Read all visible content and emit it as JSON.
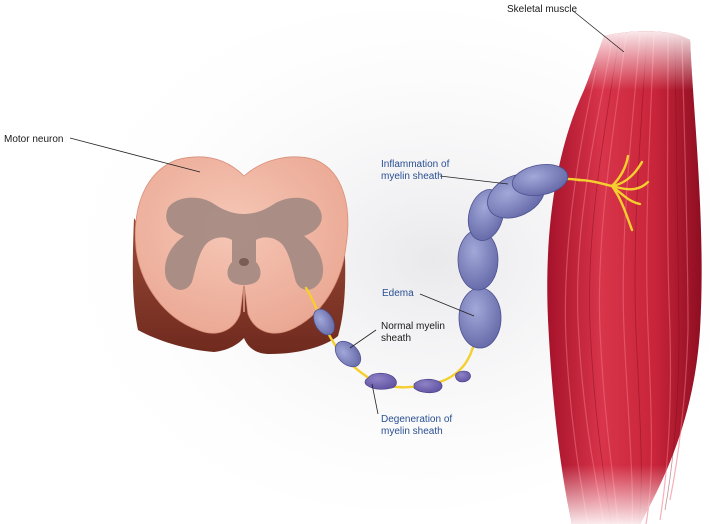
{
  "labels": {
    "skeletal_muscle": "Skeletal muscle",
    "motor_neuron": "Motor neuron",
    "inflammation": [
      "Inflammation of",
      "myelin sheath"
    ],
    "edema": "Edema",
    "normal_myelin": [
      "Normal myelin",
      "sheath"
    ],
    "degeneration": [
      "Degeneration of",
      "myelin sheath"
    ]
  },
  "colors": {
    "label_text": "#1a1a1a",
    "callout_text": "#2a4f92",
    "muscle": "#c8243a",
    "spinal_cord": "#efb3a0",
    "gray_matter": "#a48a82",
    "cord_side": "#8a3a2a",
    "myelin": "#7d82bd",
    "axon": "#f4cf2e"
  }
}
